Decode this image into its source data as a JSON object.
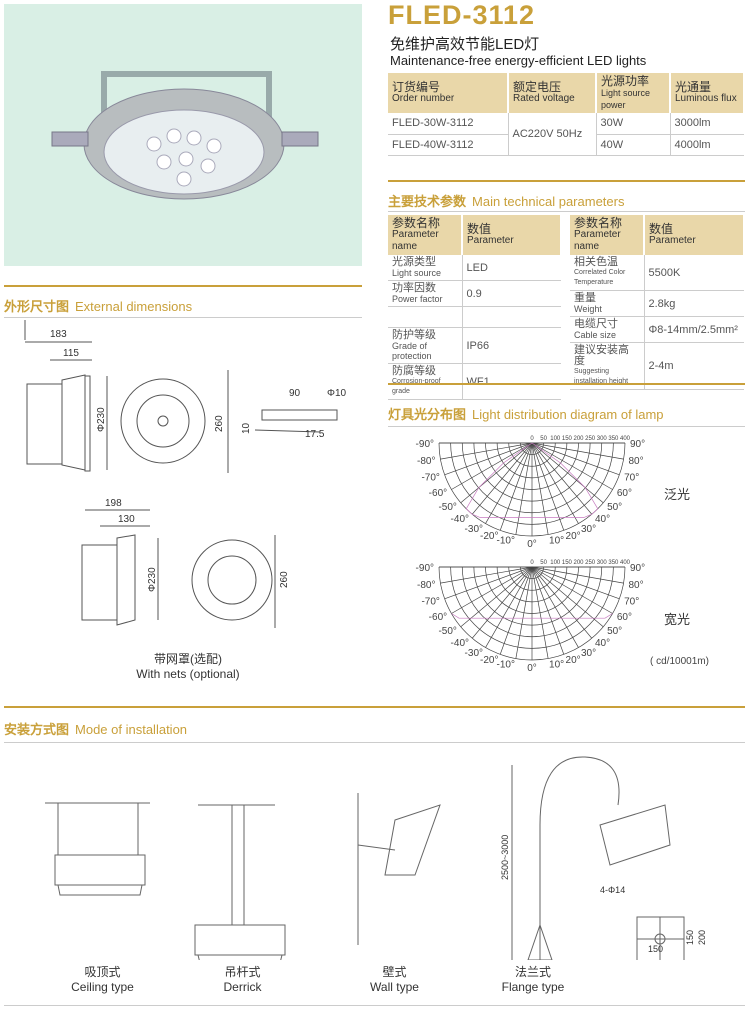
{
  "header": {
    "title": "FLED-3112",
    "subtitle_cn": "免维护高效节能LED灯",
    "subtitle_en": "Maintenance-free energy-efficient LED lights"
  },
  "order_table": {
    "headers": [
      {
        "cn": "订货编号",
        "en": "Order number"
      },
      {
        "cn": "额定电压",
        "en": "Rated voltage"
      },
      {
        "cn": "光源功率",
        "en": "Light source power"
      },
      {
        "cn": "光通量",
        "en": "Luminous flux"
      }
    ],
    "rows": [
      {
        "order": "FLED-30W-3112",
        "power": "30W",
        "flux": "3000lm"
      },
      {
        "order": "FLED-40W-3112",
        "power": "40W",
        "flux": "4000lm"
      }
    ],
    "voltage": "AC220V  50Hz"
  },
  "tech": {
    "title_cn": "主要技术参数",
    "title_en": "Main technical parameters",
    "header": {
      "name_cn": "参数名称",
      "name_en": "Parameter name",
      "val_cn": "数值",
      "val_en": "Parameter"
    },
    "left": [
      {
        "cn": "光源类型",
        "en": "Light source",
        "v": "LED"
      },
      {
        "cn": "功率因数",
        "en": "Power factor",
        "v": "0.9"
      },
      {
        "cn": "",
        "en": "",
        "v": ""
      },
      {
        "cn": "防护等级",
        "en": "Grade of protection",
        "v": "IP66"
      },
      {
        "cn": "防腐等级",
        "en": "Corrosion-proof grade",
        "v": "WF1"
      }
    ],
    "right": [
      {
        "cn": "相关色温",
        "en": "Correlated Color Temperature",
        "v": "5500K"
      },
      {
        "cn": "重量",
        "en": "Weight",
        "v": "2.8kg"
      },
      {
        "cn": "电缆尺寸",
        "en": "Cable size",
        "v": "Φ8-14mm/2.5mm²"
      },
      {
        "cn": "建议安装高度",
        "en": "Suggesting installation height",
        "v": "2-4m"
      }
    ]
  },
  "dims": {
    "title_cn": "外形尺寸图",
    "title_en": "External dimensions",
    "labels": {
      "a": "183",
      "b": "115",
      "c": "Φ230",
      "d": "260",
      "e": "90",
      "f": "Φ10",
      "g": "10",
      "h": "17.5",
      "i": "198",
      "j": "130",
      "k": "Φ230",
      "l": "260"
    },
    "caption_cn": "带网罩(选配)",
    "caption_en": "With nets (optional)"
  },
  "light": {
    "title_cn": "灯具光分布图",
    "title_en": "Light distribution diagram of lamp",
    "scale": [
      "0",
      "50",
      "100",
      "150",
      "200",
      "250",
      "300",
      "350",
      "400"
    ],
    "left_angles": [
      "-90°",
      "-80°",
      "-70°",
      "-60°",
      "-50°",
      "-40°",
      "-30°",
      "-20°",
      "-10°"
    ],
    "right_angles": [
      "90°",
      "80°",
      "70°",
      "60°",
      "50°",
      "40°",
      "30°",
      "20°",
      "10°"
    ],
    "zero": "0°",
    "diagrams": [
      {
        "name": "泛光"
      },
      {
        "name": "宽光"
      }
    ],
    "unit": "( cd/10001m)"
  },
  "install": {
    "title_cn": "安装方式图",
    "title_en": "Mode of installation",
    "types": [
      {
        "cn": "吸顶式",
        "en": "Ceiling type"
      },
      {
        "cn": "吊杆式",
        "en": "Derrick"
      },
      {
        "cn": "壁式",
        "en": "Wall type"
      },
      {
        "cn": "法兰式",
        "en": "Flange type"
      }
    ],
    "dims": {
      "height": "2500~3000",
      "holes": "4-Φ14",
      "a": "150",
      "b": "200",
      "c": "150",
      "d": "200"
    }
  },
  "colors": {
    "gold": "#c9a03a",
    "header_bg": "#e9d7a9",
    "photo_bg": "#d9efe5",
    "curve": "#c77bc0"
  }
}
